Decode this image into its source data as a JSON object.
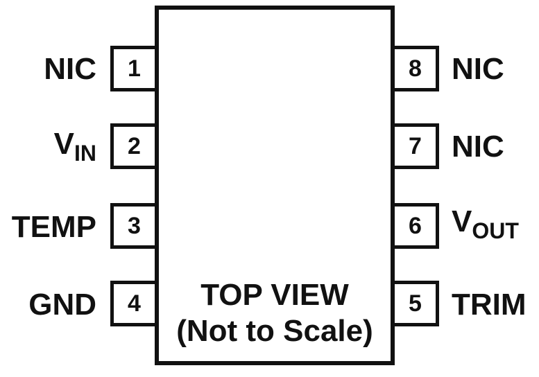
{
  "diagram": {
    "body_label": "TOP VIEW",
    "body_note": "(Not to Scale)",
    "pins": [
      {
        "number": "1",
        "name": "NIC",
        "sub": ""
      },
      {
        "number": "2",
        "name": "V",
        "sub": "IN"
      },
      {
        "number": "3",
        "name": "TEMP",
        "sub": ""
      },
      {
        "number": "4",
        "name": "GND",
        "sub": ""
      },
      {
        "number": "5",
        "name": "TRIM",
        "sub": ""
      },
      {
        "number": "6",
        "name": "V",
        "sub": "OUT"
      },
      {
        "number": "7",
        "name": "NIC",
        "sub": ""
      },
      {
        "number": "8",
        "name": "NIC",
        "sub": ""
      }
    ]
  }
}
